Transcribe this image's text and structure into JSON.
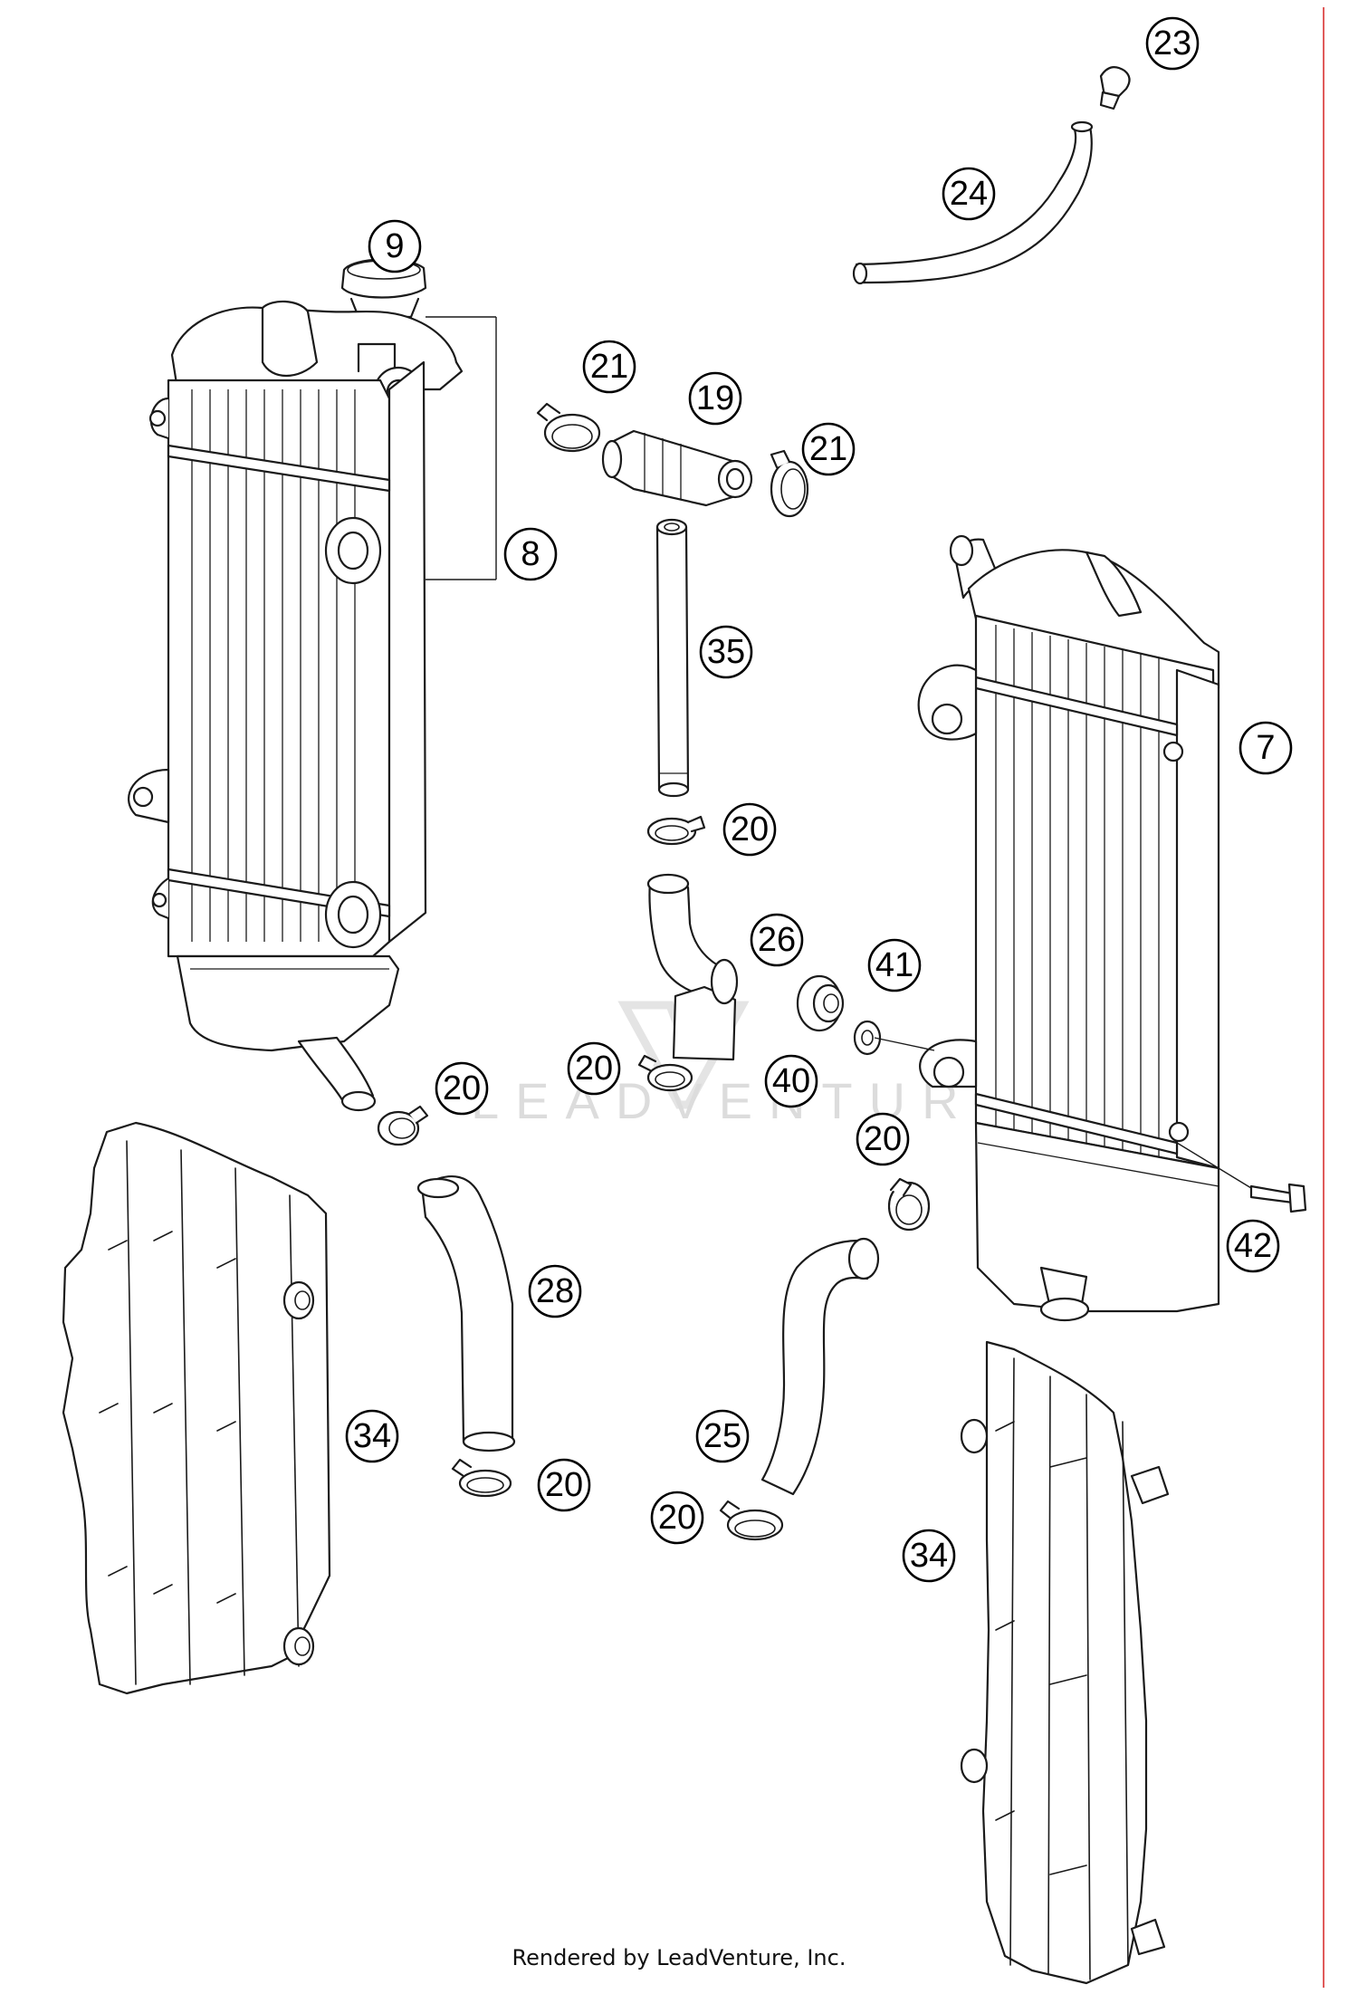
{
  "watermark": "LEADVENTURE",
  "footer": "Rendered by LeadVenture, Inc.",
  "callouts": {
    "c23": "23",
    "c24": "24",
    "c9": "9",
    "c21a": "21",
    "c19": "19",
    "c21b": "21",
    "c8": "8",
    "c35": "35",
    "c7": "7",
    "c20a": "20",
    "c26": "26",
    "c41": "41",
    "c20b": "20",
    "c40": "40",
    "c20c": "20",
    "c20d": "20",
    "c42": "42",
    "c28": "28",
    "c34a": "34",
    "c25": "25",
    "c20e": "20",
    "c20f": "20",
    "c34b": "34"
  },
  "colors": {
    "line": "#1a1a1a",
    "border": "#e05a5a",
    "watermark": "#d9d9d9"
  }
}
